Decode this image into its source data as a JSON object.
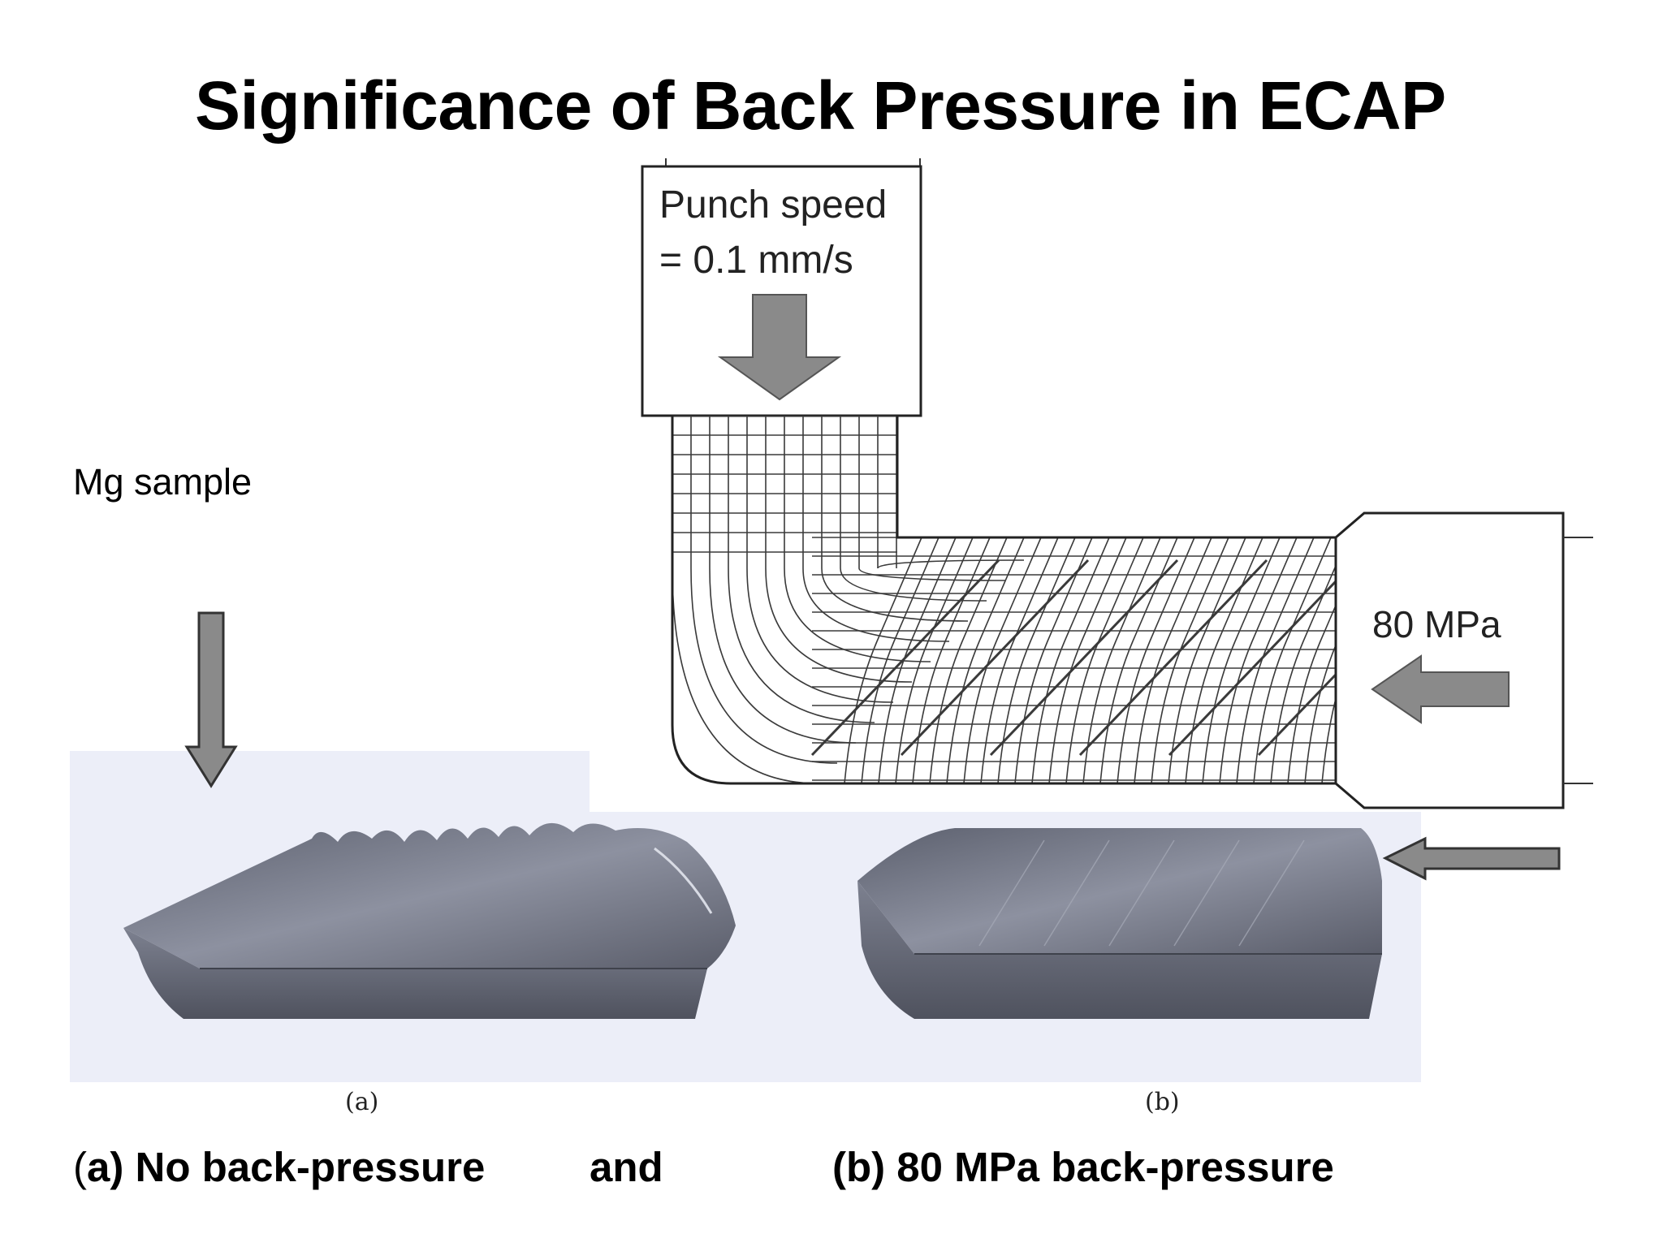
{
  "slide": {
    "title": "Significance of Back Pressure in ECAP",
    "side_label": "Mg sample"
  },
  "diagram": {
    "punch_label_line1": "Punch speed",
    "punch_label_line2": "= 0.1 mm/s",
    "back_pressure_label": "80 MPa"
  },
  "photo": {
    "label_a": "(a)",
    "label_b": "(b)"
  },
  "captions": {
    "a_open_paren": "(",
    "a_text": "a) No back-pressure",
    "and": "and",
    "b_text": "(b) 80 MPa back-pressure"
  },
  "colors": {
    "arrow_fill": "#8a8a8a",
    "mesh_line": "#3a3a3a",
    "photo_background": "#eceef8",
    "metal": "#6d7180"
  }
}
